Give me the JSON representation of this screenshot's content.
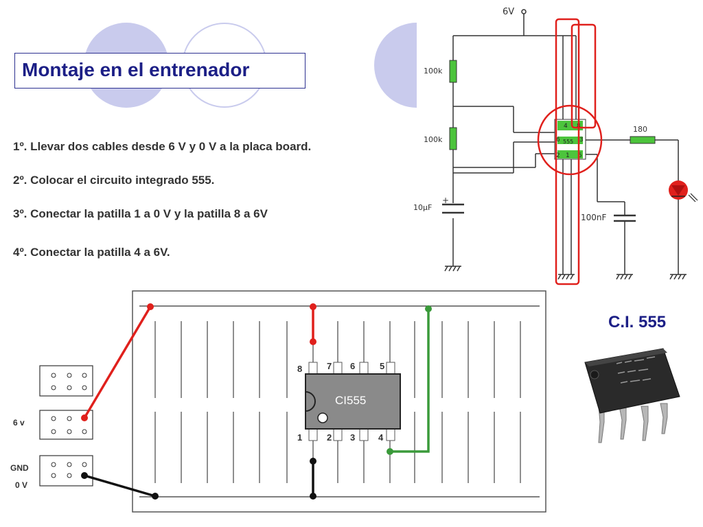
{
  "title": "Montaje en el entrenador",
  "steps": [
    "1º. Llevar dos cables desde 6 V y 0 V a la placa board.",
    "2º. Colocar el circuito integrado 555.",
    "3º. Conectar la patilla 1 a 0 V y la patilla 8 a 6V",
    "4º. Conectar la patilla 4 a 6V."
  ],
  "schematic": {
    "supply_label": "6V",
    "r1_label": "100k",
    "r2_label": "100k",
    "c1_label": "10µF",
    "c1_polarity": "+",
    "c2_label": "100nF",
    "r3_label": "180",
    "ic_label": "555",
    "pin_labels": {
      "p4": "4",
      "p8": "8",
      "p6": "6",
      "p3": "3",
      "p2": "2",
      "p1": "1",
      "p5": "5"
    }
  },
  "breadboard": {
    "ic_label": "CI555",
    "pins_top": [
      "8",
      "7",
      "6",
      "5"
    ],
    "pins_bottom": [
      "1",
      "2",
      "3",
      "4"
    ],
    "supply_6v_label": "6 v",
    "gnd_label": "GND",
    "zero_v_label": "0 V"
  },
  "chip_caption": "C.I. 555",
  "colors": {
    "title": "#1c1f86",
    "circle_fill": "#c9cbed",
    "circle_stroke": "#c9cbed",
    "wire_red": "#e0201c",
    "wire_green": "#3a9a3a",
    "wire_black": "#111111",
    "highlight": "#e0201c",
    "ic_body": "#8a8a8a",
    "component_green": "#4cc43c"
  }
}
